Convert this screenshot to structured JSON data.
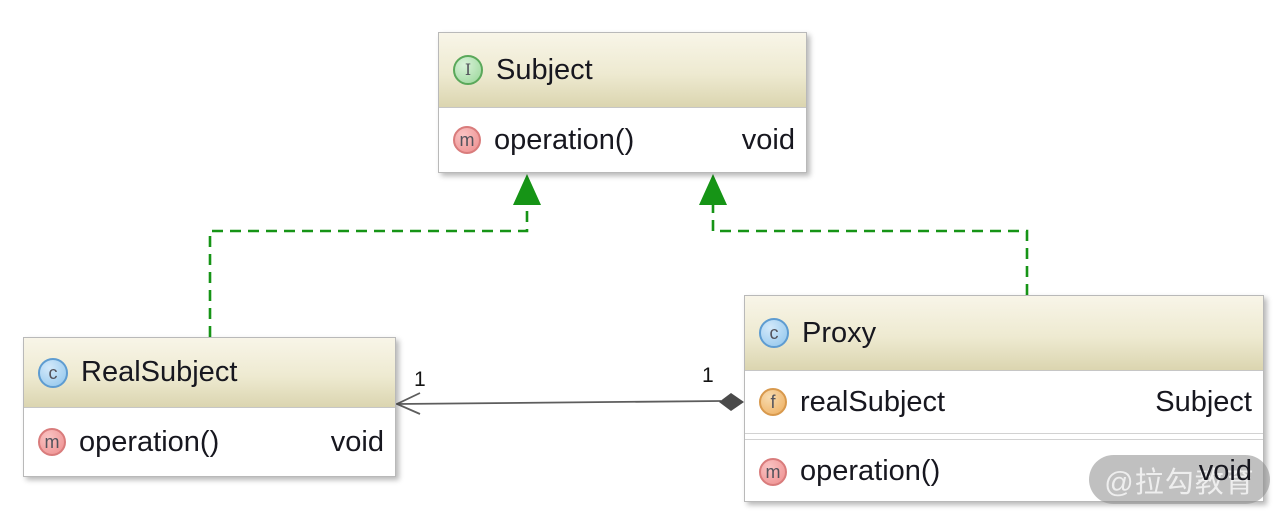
{
  "classes": {
    "subject": {
      "name": "Subject",
      "kind": "interface",
      "kind_icon_letter": "I",
      "methods": [
        {
          "icon_letter": "m",
          "name": "operation()",
          "return_type": "void"
        }
      ]
    },
    "real_subject": {
      "name": "RealSubject",
      "kind": "class",
      "kind_icon_letter": "c",
      "methods": [
        {
          "icon_letter": "m",
          "name": "operation()",
          "return_type": "void"
        }
      ]
    },
    "proxy": {
      "name": "Proxy",
      "kind": "class",
      "kind_icon_letter": "c",
      "fields": [
        {
          "icon_letter": "f",
          "name": "realSubject",
          "type": "Subject"
        }
      ],
      "methods": [
        {
          "icon_letter": "m",
          "name": "operation()",
          "return_type": "void"
        }
      ]
    }
  },
  "relations": {
    "realsubject_implements_subject": {
      "type": "realization"
    },
    "proxy_implements_subject": {
      "type": "realization"
    },
    "proxy_to_realsubject": {
      "type": "association",
      "source_multiplicity": "1",
      "target_multiplicity": "1"
    }
  },
  "watermark": {
    "label": "@拉勾教育"
  },
  "colors": {
    "realization_green": "#169416",
    "association_gray": "#5d5d5d",
    "diamond_fill": "#4a4a4a",
    "header_beige_top": "#f8f5e8",
    "header_beige_bottom": "#dbd5b0"
  }
}
